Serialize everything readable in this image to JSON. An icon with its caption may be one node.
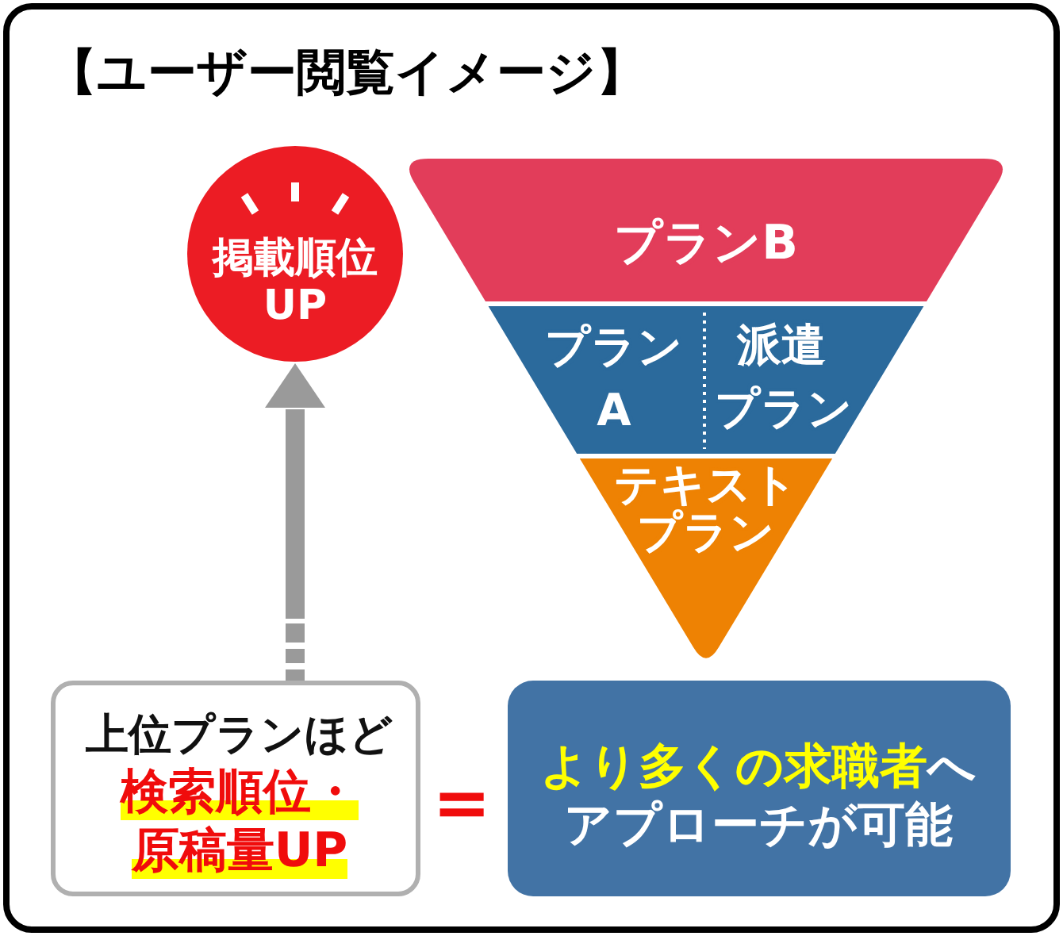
{
  "diagram": {
    "title": "【ユーザー閲覧イメージ】",
    "nodes": [
      {
        "text": [
          "掲載順位UP"
        ]
      },
      {
        "text": [
          "プランB"
        ]
      },
      {
        "text": [
          "プランA"
        ]
      },
      {
        "text": [
          "派遣プラン"
        ]
      },
      {
        "text": [
          "テキストプラン"
        ]
      },
      {
        "text": [
          "上位プランほど",
          "検索順位・原稿量UP"
        ]
      },
      {
        "text": [
          "**より多くの求職者**へアプローチが可能"
        ]
      }
    ],
    "edges": [
      {
        "from": 5,
        "to": 0,
        "arrow": "to"
      }
    ],
    "labels": [
      "="
    ]
  }
}
